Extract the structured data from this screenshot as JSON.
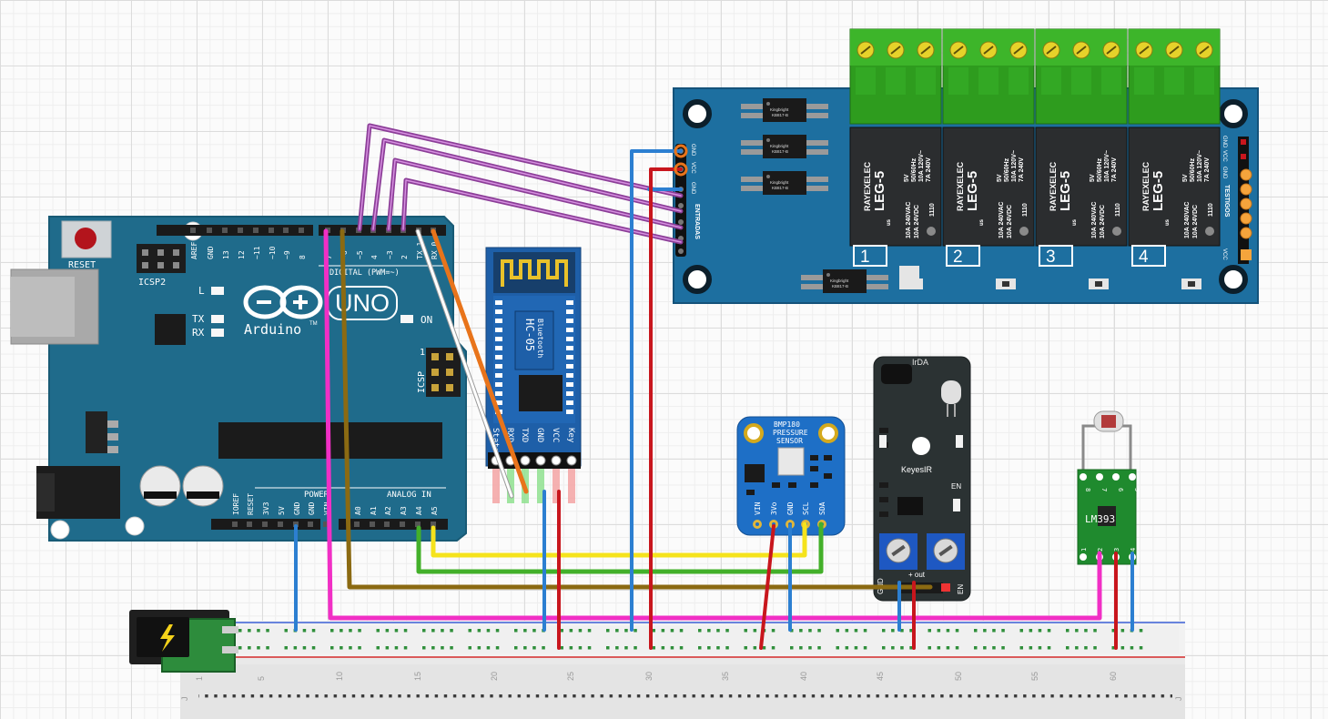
{
  "arduino": {
    "brand": "Arduino",
    "model": "UNO",
    "tm": "TM",
    "reset_label": "RESET",
    "icsp2_label": "ICSP2",
    "icsp_label": "ICSP",
    "icsp_one": "1",
    "digital_header": "DIGITAL (PWM=~)",
    "led_l": "L",
    "led_tx": "TX",
    "led_rx": "RX",
    "led_on": "ON",
    "top_pins": [
      "AREF",
      "GND",
      "13",
      "12",
      "~11",
      "~10",
      "~9",
      "8",
      "7",
      "~6",
      "~5",
      "4",
      "~3",
      "2",
      "TX 1",
      "RX 0"
    ],
    "power_label": "POWER",
    "analog_label": "ANALOG IN",
    "power_pins": [
      "IOREF",
      "RESET",
      "3V3",
      "5V",
      "GND",
      "GND",
      "VIN"
    ],
    "analog_pins": [
      "A0",
      "A1",
      "A2",
      "A3",
      "A4",
      "A5"
    ]
  },
  "hc05": {
    "title": "HC-05",
    "subtitle": "Bluetooth",
    "pins": [
      "State",
      "RXD",
      "TXD",
      "GND",
      "VCC",
      "Key"
    ]
  },
  "relay_module": {
    "left_pins": [
      "GND",
      "VCC",
      "GND"
    ],
    "left_caption": "ENTRADAS",
    "right_pins": [
      "GND",
      "VCC",
      "GND",
      "VCC"
    ],
    "right_caption": "TESTIGOS",
    "optocoupler_brand": "Kingbright",
    "optocoupler_part": "KB817-B",
    "relay_numbers": [
      "1",
      "2",
      "3",
      "4"
    ],
    "relay_brand": "RAYEXELEC",
    "relay_model": "LEG-5",
    "relay_spec_1": "5V",
    "relay_spec_2": "50/60Hz",
    "relay_spec_3": "10A 120V~",
    "relay_spec_4": "7A 240V",
    "relay_spec_5": "10A 240VAC",
    "relay_spec_6": "10A 24VDC",
    "relay_code": "1110",
    "relay_cert": "us"
  },
  "bmp180": {
    "title": "BMP180",
    "line2": "PRESSURE",
    "line3": "SENSOR",
    "pins": [
      "VIN",
      "3Vo",
      "GND",
      "SCL",
      "SDA"
    ]
  },
  "ir_module": {
    "top_label": "IrDA",
    "name": "KeyesIR",
    "en_label": "EN",
    "bottom_gnd": "GND",
    "bottom_out": "+ out",
    "bottom_en": "EN"
  },
  "lm393": {
    "chip": "LM393",
    "top_pins": [
      "8",
      "7",
      "6",
      "5"
    ],
    "bottom_pins": [
      "1",
      "2",
      "3",
      "4"
    ]
  },
  "breadboard": {
    "column_numbers": [
      "1",
      "5",
      "10",
      "15",
      "20",
      "25",
      "30",
      "35",
      "40",
      "45",
      "50",
      "55",
      "60"
    ],
    "row_label": "J"
  },
  "colors": {
    "arduino_blue": "#1f6b8b",
    "relay_board_blue": "#1d6fa0",
    "hc05_blue": "#1e5fa8",
    "bmp_blue": "#1e6fc6",
    "terminal_green": "#2e9c1e",
    "pcb_dark": "#2b3233",
    "lm393_green": "#1f8a2e",
    "wire_purple": "#8c3e98",
    "wire_red": "#c8161d",
    "wire_blue": "#2c7fd1",
    "wire_green": "#43b02a",
    "wire_yellow": "#f5e31c",
    "wire_brown": "#8b6a12",
    "wire_magenta": "#f12fc5",
    "wire_orange": "#e8741b"
  }
}
